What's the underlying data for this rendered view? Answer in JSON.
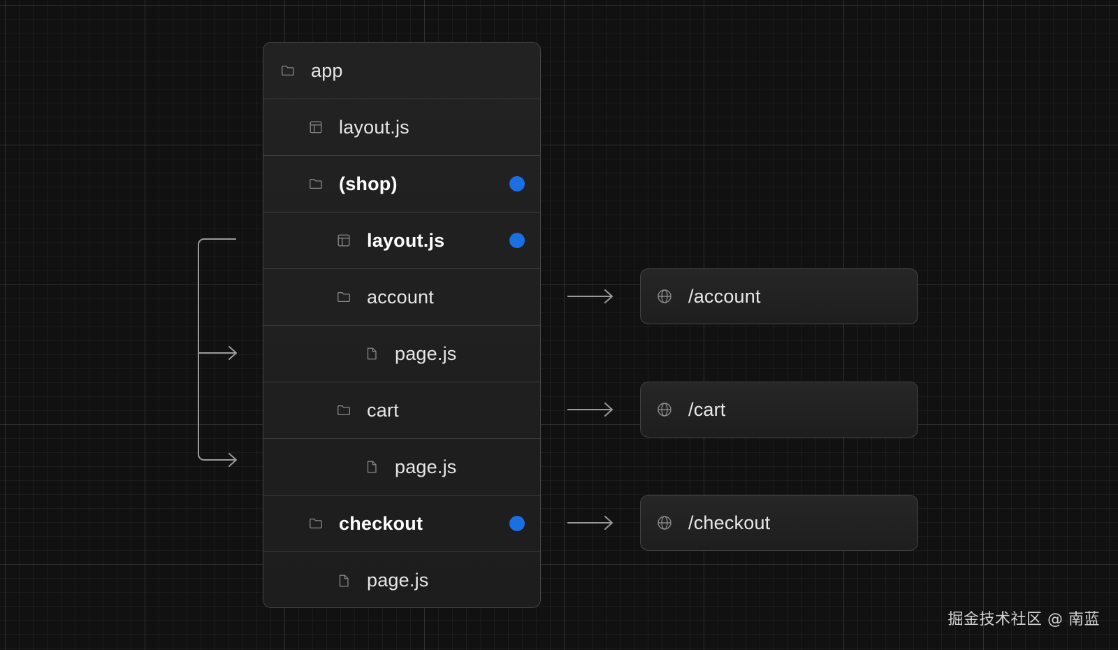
{
  "tree": {
    "rows": [
      {
        "label": "app",
        "icon": "folder-icon",
        "bold": false,
        "dot": false
      },
      {
        "label": "layout.js",
        "icon": "layout-file-icon",
        "bold": false,
        "dot": false
      },
      {
        "label": "(shop)",
        "icon": "folder-icon",
        "bold": true,
        "dot": true
      },
      {
        "label": "layout.js",
        "icon": "layout-file-icon",
        "bold": true,
        "dot": true
      },
      {
        "label": "account",
        "icon": "folder-icon",
        "bold": false,
        "dot": false
      },
      {
        "label": "page.js",
        "icon": "file-icon",
        "bold": false,
        "dot": false
      },
      {
        "label": "cart",
        "icon": "folder-icon",
        "bold": false,
        "dot": false
      },
      {
        "label": "page.js",
        "icon": "file-icon",
        "bold": false,
        "dot": false
      },
      {
        "label": "checkout",
        "icon": "folder-icon",
        "bold": true,
        "dot": true
      },
      {
        "label": "page.js",
        "icon": "file-icon",
        "bold": false,
        "dot": false
      }
    ]
  },
  "routes": [
    {
      "label": "/account",
      "icon": "globe-icon"
    },
    {
      "label": "/cart",
      "icon": "globe-icon"
    },
    {
      "label": "/checkout",
      "icon": "globe-icon"
    }
  ],
  "colors": {
    "background": "#111111",
    "panel": "#212121",
    "border": "#444444",
    "text": "#e6e6e6",
    "accent_dot": "#1a6fe3",
    "arrow": "#9a9a9a"
  },
  "watermark": "掘金技术社区 @ 南蓝"
}
